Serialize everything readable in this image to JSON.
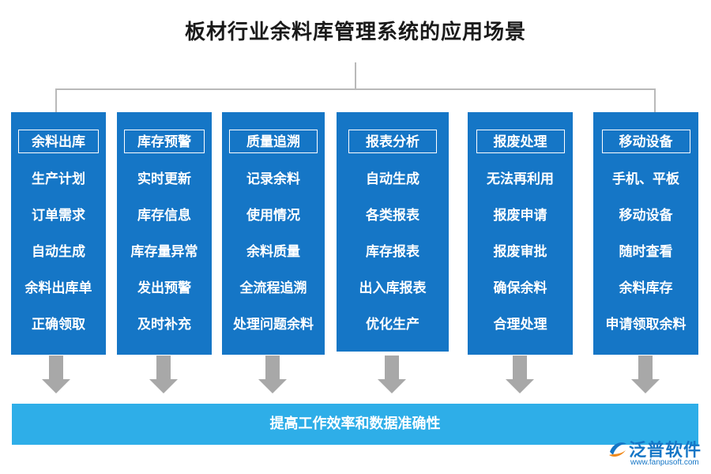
{
  "title": "板材行业余料库管理系统的应用场景",
  "columns": [
    {
      "header": "余料出库",
      "items": [
        "生产计划",
        "订单需求",
        "自动生成",
        "余料出库单",
        "正确领取"
      ]
    },
    {
      "header": "库存预警",
      "items": [
        "实时更新",
        "库存信息",
        "库存量异常",
        "发出预警",
        "及时补充"
      ]
    },
    {
      "header": "质量追溯",
      "items": [
        "记录余料",
        "使用情况",
        "余料质量",
        "全流程追溯",
        "处理问题余料"
      ]
    },
    {
      "header": "报表分析",
      "items": [
        "自动生成",
        "各类报表",
        "库存报表",
        "出入库报表",
        "优化生产"
      ]
    },
    {
      "header": "报废处理",
      "items": [
        "无法再利用",
        "报废申请",
        "报废审批",
        "确保余料",
        "合理处理"
      ]
    },
    {
      "header": "移动设备",
      "items": [
        "手机、平板",
        "移动设备",
        "随时查看",
        "余料库存",
        "申请领取余料"
      ]
    }
  ],
  "result": "提高工作效率和数据准确性",
  "logo": {
    "brand": "泛普软件",
    "url": "www.fanpusoft.com"
  },
  "colors": {
    "column": "#1576c6",
    "bar": "#2eaee8",
    "arrow": "#a8a8a8",
    "connector": "#b9b9b9"
  },
  "icons": [
    "arrow-down-icon",
    "fanpu-logo-icon"
  ]
}
